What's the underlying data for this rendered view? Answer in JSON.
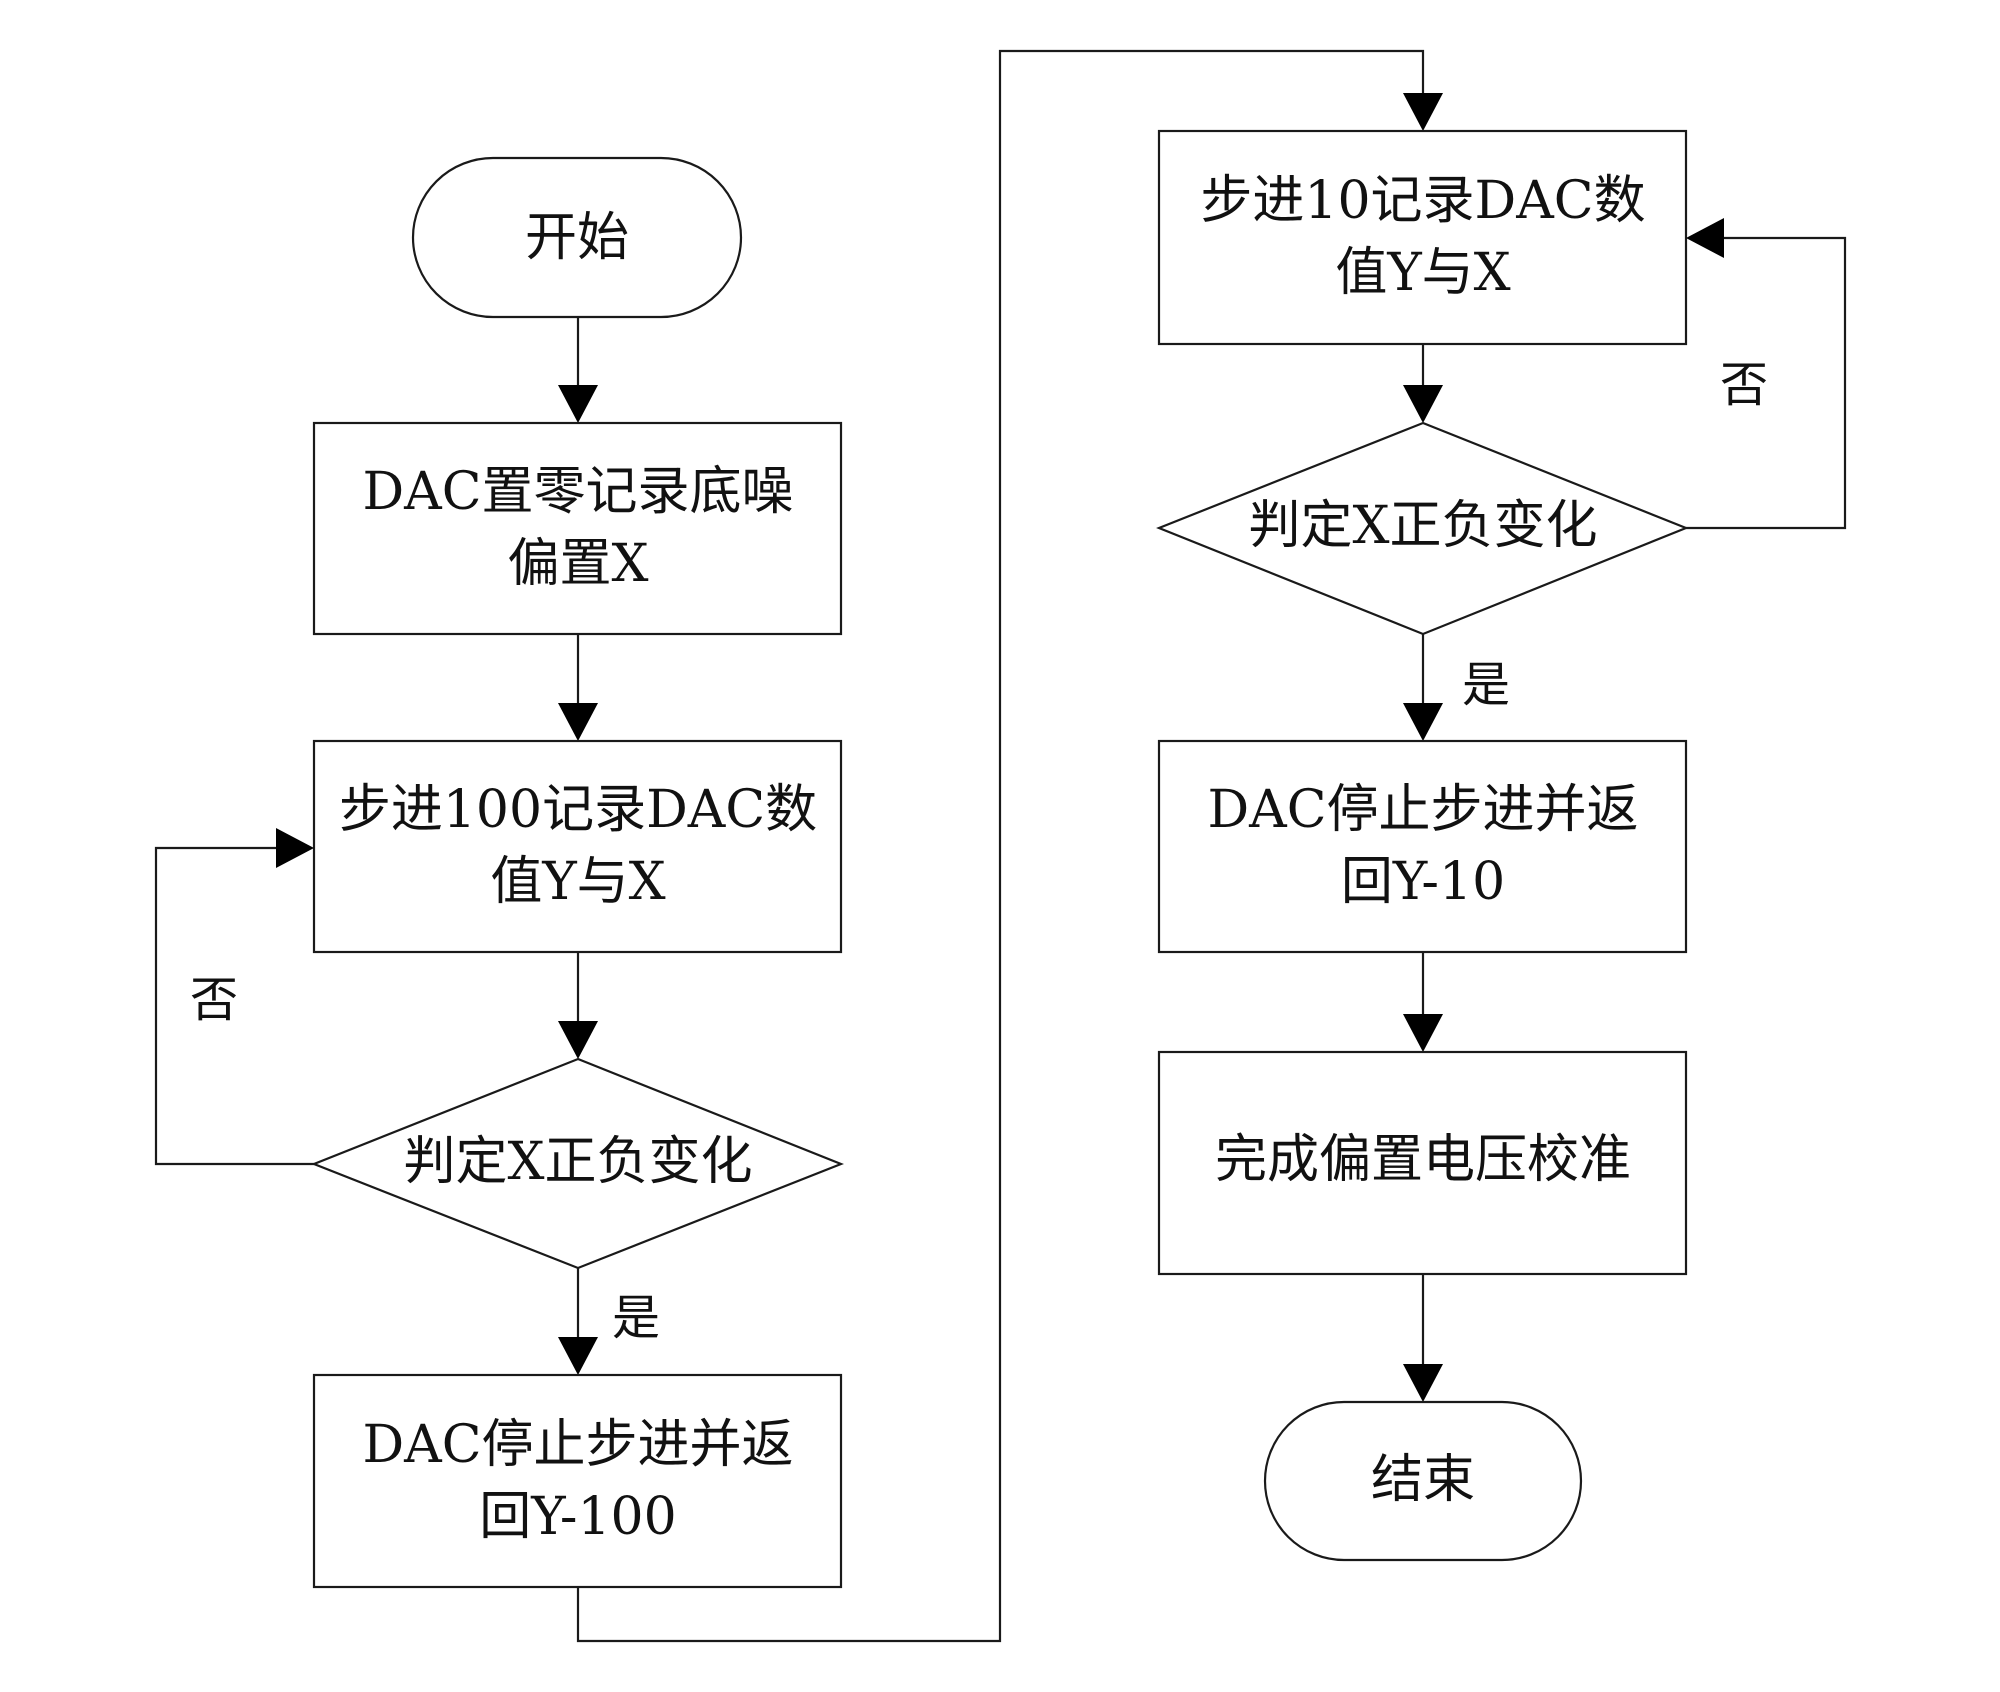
{
  "diagram": {
    "type": "flowchart",
    "nodes": [
      {
        "id": "start",
        "shape": "terminator",
        "lines": [
          "开始"
        ]
      },
      {
        "id": "zero_dac",
        "shape": "process",
        "lines": [
          "DAC置零记录底噪",
          "偏置X"
        ]
      },
      {
        "id": "step100",
        "shape": "process",
        "lines": [
          "步进100记录DAC数",
          "值Y与X"
        ]
      },
      {
        "id": "judge1",
        "shape": "decision",
        "lines": [
          "判定X正负变化"
        ]
      },
      {
        "id": "return100",
        "shape": "process",
        "lines": [
          "DAC停止步进并返",
          "回Y-100"
        ]
      },
      {
        "id": "step10",
        "shape": "process",
        "lines": [
          "步进10记录DAC数",
          "值Y与X"
        ]
      },
      {
        "id": "judge2",
        "shape": "decision",
        "lines": [
          "判定X正负变化"
        ]
      },
      {
        "id": "return10",
        "shape": "process",
        "lines": [
          "DAC停止步进并返",
          "回Y-10"
        ]
      },
      {
        "id": "done",
        "shape": "process",
        "lines": [
          "完成偏置电压校准"
        ]
      },
      {
        "id": "end",
        "shape": "terminator",
        "lines": [
          "结束"
        ]
      }
    ],
    "edges": [
      {
        "from": "start",
        "to": "zero_dac",
        "label": ""
      },
      {
        "from": "zero_dac",
        "to": "step100",
        "label": ""
      },
      {
        "from": "step100",
        "to": "judge1",
        "label": ""
      },
      {
        "from": "judge1",
        "to": "step100",
        "label": "否"
      },
      {
        "from": "judge1",
        "to": "return100",
        "label": "是"
      },
      {
        "from": "return100",
        "to": "step10",
        "label": ""
      },
      {
        "from": "step10",
        "to": "judge2",
        "label": ""
      },
      {
        "from": "judge2",
        "to": "step10",
        "label": "否"
      },
      {
        "from": "judge2",
        "to": "return10",
        "label": "是"
      },
      {
        "from": "return10",
        "to": "done",
        "label": ""
      },
      {
        "from": "done",
        "to": "end",
        "label": ""
      }
    ]
  },
  "labels": {
    "start": "开始",
    "zero_dac_1": "DAC置零记录底噪",
    "zero_dac_2": "偏置X",
    "step100_1": "步进100记录DAC数",
    "step100_2": "值Y与X",
    "judge1": "判定X正负变化",
    "return100_1": "DAC停止步进并返",
    "return100_2": "回Y-100",
    "step10_1": "步进10记录DAC数",
    "step10_2": "值Y与X",
    "judge2": "判定X正负变化",
    "return10_1": "DAC停止步进并返",
    "return10_2": "回Y-10",
    "done": "完成偏置电压校准",
    "end": "结束",
    "no_left": "否",
    "yes_left": "是",
    "no_right": "否",
    "yes_right": "是"
  },
  "colors": {
    "stroke": "#1a1a1a",
    "fill": "#ffffff",
    "text": "#111111"
  }
}
